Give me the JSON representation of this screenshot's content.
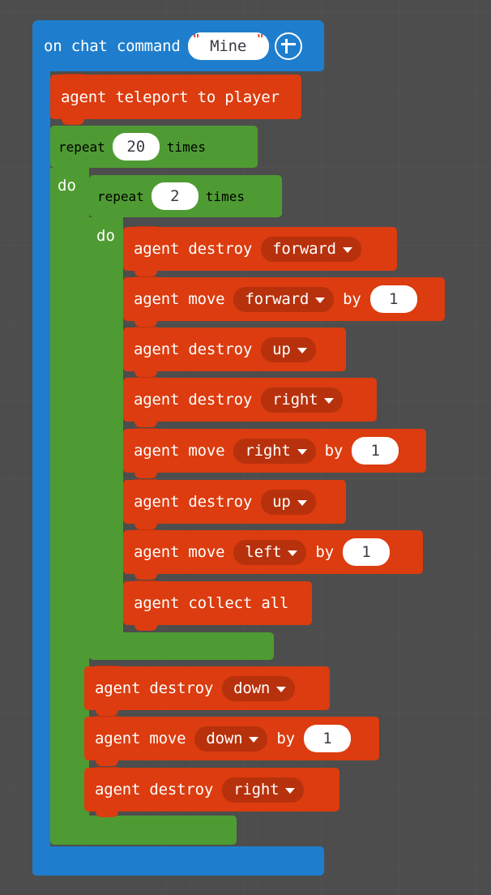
{
  "editor": {
    "background_color": "#4d4d4d",
    "colors": {
      "event": "#1e7ecd",
      "loop": "#4f9b33",
      "agent": "#dc3c0f",
      "field_white": "#ffffff",
      "field_text": "#3b3b47"
    }
  },
  "program": {
    "event_block": {
      "prefix": "on chat command",
      "command_value": "Mine",
      "quote_left": "\"",
      "quote_right": "\"",
      "add_icon": "plus-circle-icon"
    },
    "teleport_block": {
      "label": "agent teleport to player"
    },
    "outer_loop": {
      "prefix": "repeat",
      "count": "20",
      "suffix": "times",
      "do_label": "do"
    },
    "inner_loop": {
      "prefix": "repeat",
      "count": "2",
      "suffix": "times",
      "do_label": "do"
    },
    "inner_statements": [
      {
        "verb": "agent destroy",
        "direction": "forward",
        "has_by": false,
        "by_label": "",
        "amount": ""
      },
      {
        "verb": "agent move",
        "direction": "forward",
        "has_by": true,
        "by_label": "by",
        "amount": "1"
      },
      {
        "verb": "agent destroy",
        "direction": "up",
        "has_by": false,
        "by_label": "",
        "amount": ""
      },
      {
        "verb": "agent destroy",
        "direction": "right",
        "has_by": false,
        "by_label": "",
        "amount": ""
      },
      {
        "verb": "agent move",
        "direction": "right",
        "has_by": true,
        "by_label": "by",
        "amount": "1"
      },
      {
        "verb": "agent destroy",
        "direction": "up",
        "has_by": false,
        "by_label": "",
        "amount": ""
      },
      {
        "verb": "agent move",
        "direction": "left",
        "has_by": true,
        "by_label": "by",
        "amount": "1"
      },
      {
        "verb": "agent collect all",
        "direction": "",
        "has_by": false,
        "by_label": "",
        "amount": ""
      }
    ],
    "outer_statements": [
      {
        "verb": "agent destroy",
        "direction": "down",
        "has_by": false,
        "by_label": "",
        "amount": ""
      },
      {
        "verb": "agent move",
        "direction": "down",
        "has_by": true,
        "by_label": "by",
        "amount": "1"
      },
      {
        "verb": "agent destroy",
        "direction": "right",
        "has_by": false,
        "by_label": "",
        "amount": ""
      }
    ]
  }
}
